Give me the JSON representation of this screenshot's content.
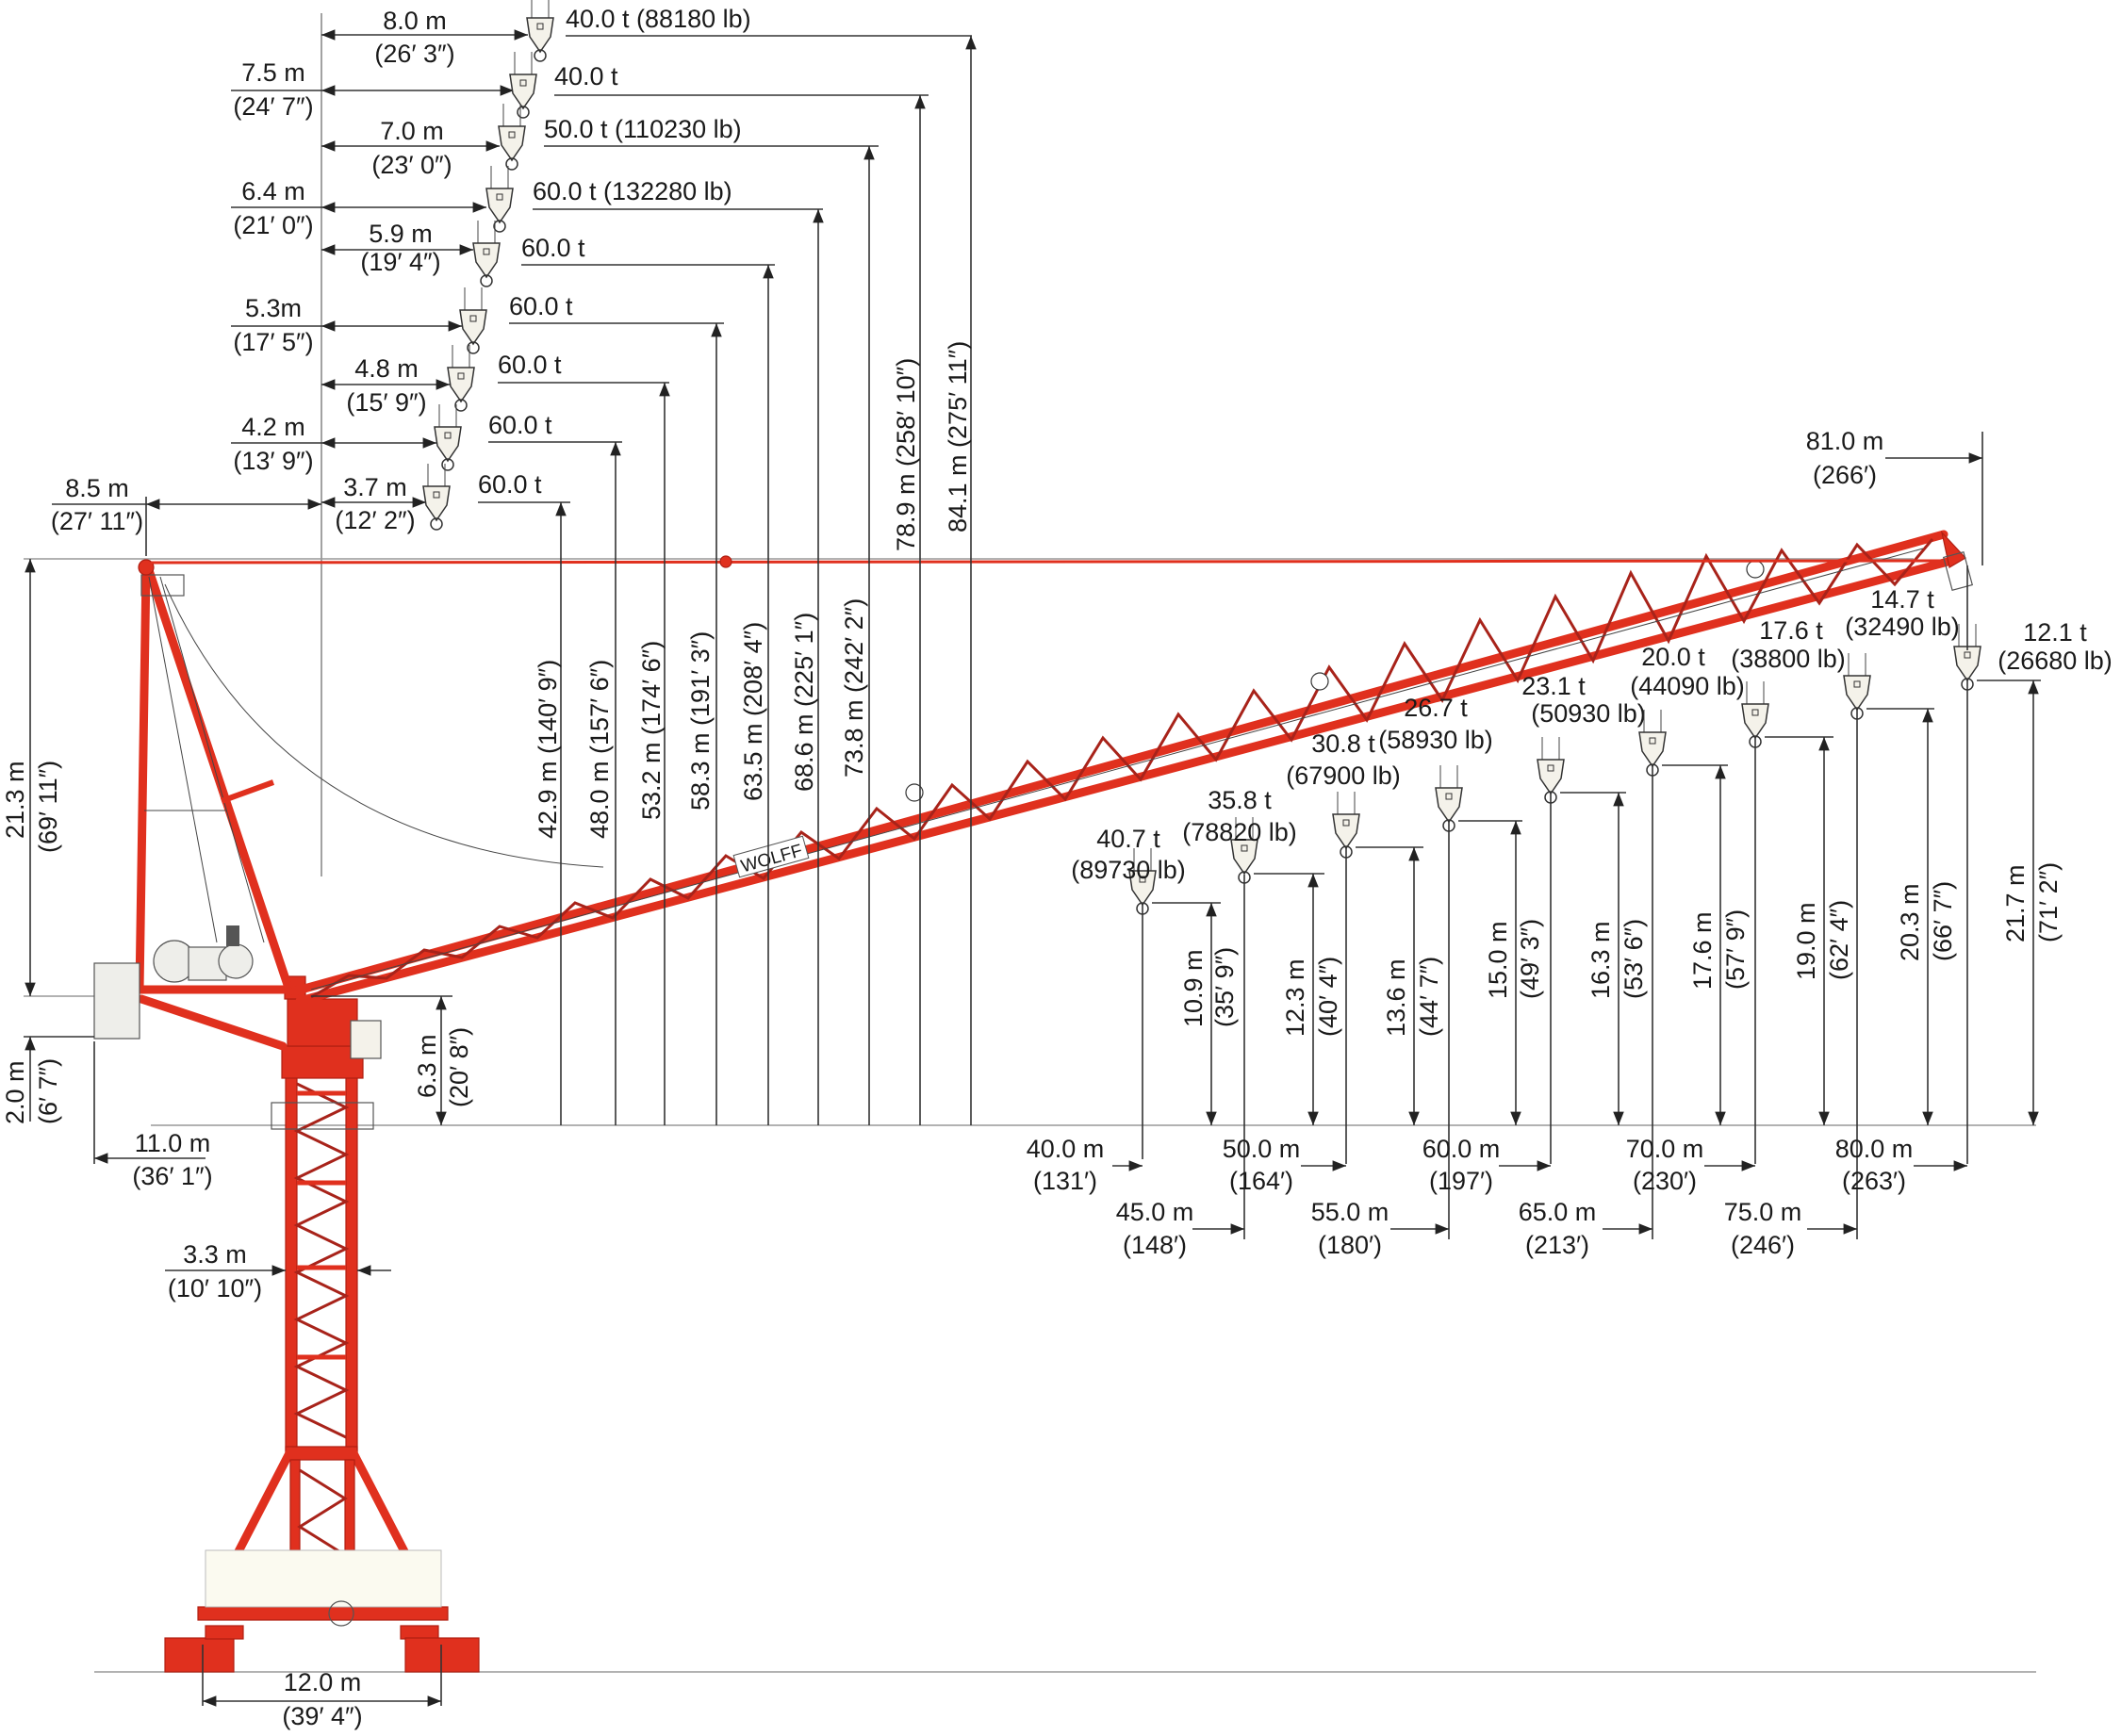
{
  "title": "Luffing jib tower crane dimension and load diagram",
  "brand_on_jib": "WOLFF",
  "colors": {
    "crane_red": "#e0301e",
    "lace_red": "#a8231a",
    "line_dark": "#333333",
    "line_grey": "#999999",
    "text": "#1a1a1a"
  },
  "near_radius_hooks": [
    {
      "radius": "8.0 m",
      "radius_imperial": "(26′ 3″)",
      "load": "40.0 t (88180 lb)",
      "height": "84.1 m (275′ 11″)"
    },
    {
      "radius": "7.5 m",
      "radius_imperial": "(24′ 7″)",
      "load": "40.0 t",
      "height": "78.9 m (258′ 10″)"
    },
    {
      "radius": "7.0 m",
      "radius_imperial": "(23′ 0″)",
      "load": "50.0 t (110230 lb)",
      "height": "73.8 m (242′ 2″)"
    },
    {
      "radius": "6.4 m",
      "radius_imperial": "(21′ 0″)",
      "load": "60.0 t (132280 lb)",
      "height": "68.6 m (225′ 1″)"
    },
    {
      "radius": "5.9 m",
      "radius_imperial": "(19′ 4″)",
      "load": "60.0 t",
      "height": "63.5 m (208′ 4″)"
    },
    {
      "radius": "5.3m",
      "radius_imperial": "(17′ 5″)",
      "load": "60.0 t",
      "height": "58.3 m (191′ 3″)"
    },
    {
      "radius": "4.8 m",
      "radius_imperial": "(15′ 9″)",
      "load": "60.0 t",
      "height": "53.2 m (174′ 6″)"
    },
    {
      "radius": "4.2 m",
      "radius_imperial": "(13′ 9″)",
      "load": "60.0 t",
      "height": "48.0 m (157′ 6″)"
    },
    {
      "radius": "3.7 m",
      "radius_imperial": "(12′ 2″)",
      "load": "60.0 t",
      "height": "42.9 m (140′ 9″)"
    }
  ],
  "far_radius_hooks": [
    {
      "load": "40.7 t",
      "load_imperial": "(89730 lb)",
      "height": "10.9 m",
      "height_imperial": "(35′ 9″)"
    },
    {
      "load": "35.8 t",
      "load_imperial": "(78820 lb)",
      "height": "12.3 m",
      "height_imperial": "(40′ 4″)"
    },
    {
      "load": "30.8 t",
      "load_imperial": "(67900 lb)",
      "height": "13.6 m",
      "height_imperial": "(44′ 7″)"
    },
    {
      "load": "26.7 t",
      "load_imperial": "(58930 lb)",
      "height": "15.0 m",
      "height_imperial": "(49′ 3″)"
    },
    {
      "load": "23.1 t",
      "load_imperial": "(50930 lb)",
      "height": "16.3 m",
      "height_imperial": "(53′ 6″)"
    },
    {
      "load": "20.0 t",
      "load_imperial": "(44090 lb)",
      "height": "17.6 m",
      "height_imperial": "(57′ 9″)"
    },
    {
      "load": "17.6 t",
      "load_imperial": "(38800 lb)",
      "height": "19.0 m",
      "height_imperial": "(62′ 4″)"
    },
    {
      "load": "14.7 t",
      "load_imperial": "(32490 lb)",
      "height": "20.3 m",
      "height_imperial": "(66′ 7″)"
    },
    {
      "load": "12.1 t",
      "load_imperial": "(26680 lb)",
      "height": "21.7 m",
      "height_imperial": "(71′ 2″)"
    }
  ],
  "radius_marks": [
    {
      "value": "40.0 m",
      "imperial": "(131′)"
    },
    {
      "value": "45.0 m",
      "imperial": "(148′)"
    },
    {
      "value": "50.0 m",
      "imperial": "(164′)"
    },
    {
      "value": "55.0 m",
      "imperial": "(180′)"
    },
    {
      "value": "60.0 m",
      "imperial": "(197′)"
    },
    {
      "value": "65.0 m",
      "imperial": "(213′)"
    },
    {
      "value": "70.0 m",
      "imperial": "(230′)"
    },
    {
      "value": "75.0 m",
      "imperial": "(246′)"
    },
    {
      "value": "80.0 m",
      "imperial": "(263′)"
    }
  ],
  "max_radius": {
    "value": "81.0 m",
    "imperial": "(266′)"
  },
  "counter_jib": {
    "tail_offset": {
      "value": "8.5 m",
      "imperial": "(27′ 11″)"
    },
    "a_frame_height": {
      "value": "21.3 m",
      "imperial": "(69′ 11″)"
    },
    "counterweight_drop": {
      "value": "2.0 m",
      "imperial": "(6′ 7″)"
    },
    "tail_swing": {
      "value": "11.0 m",
      "imperial": "(36′ 1″)"
    },
    "slewing_height": {
      "value": "6.3 m",
      "imperial": "(20′ 8″)"
    }
  },
  "tower": {
    "mast_width": {
      "value": "3.3 m",
      "imperial": "(10′ 10″)"
    },
    "base_width": {
      "value": "12.0 m",
      "imperial": "(39′ 4″)"
    }
  }
}
